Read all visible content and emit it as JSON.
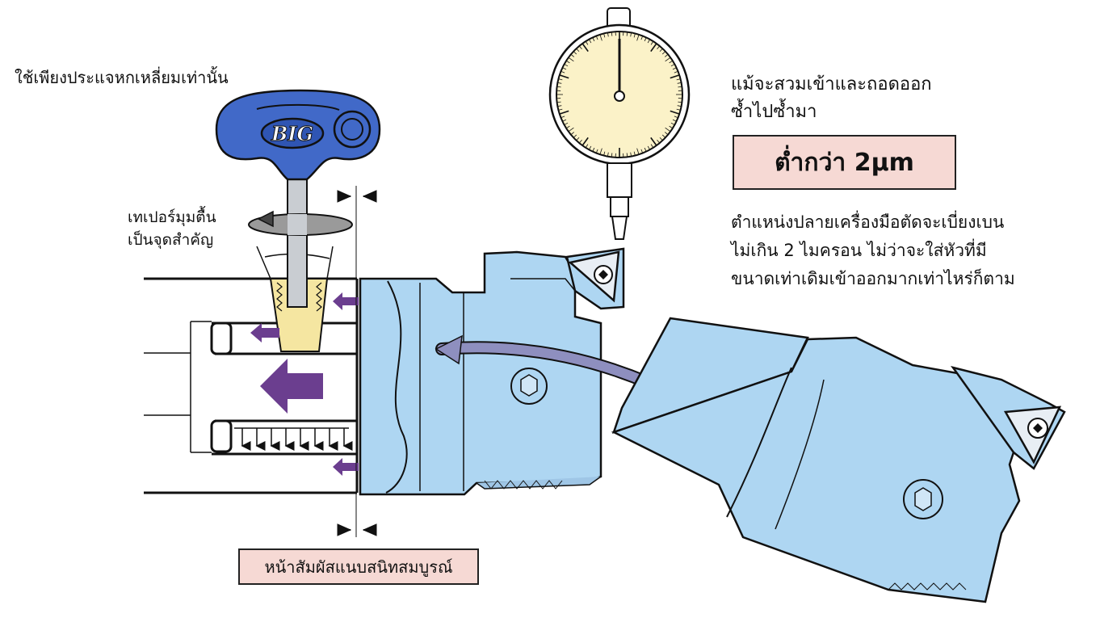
{
  "labels": {
    "wrench_only": "ใช้เพียงประแจหกเหลี่ยมเท่านั้น",
    "taper_line1": "เทเปอร์มุมตื้น",
    "taper_line2": "เป็นจุดสำคัญ",
    "repeat_line1": "แม้จะสวมเข้าและถอดออก",
    "repeat_line2": "ซ้ำไปซ้ำมา",
    "accuracy": "ต่ำกว่า 2μm",
    "runout_line1": "ตำแหน่งปลายเครื่องมือตัดจะเบี่ยงเบน",
    "runout_line2": "ไม่เกิน 2 ไมครอน ไม่ว่าจะใส่หัวที่มี",
    "runout_line3": "ขนาดเท่าเดิมเข้าออกมากเท่าไหร่ก็ตาม",
    "contact": "หน้าสัมผัสแนบสนิทสมบูรณ์"
  },
  "wrench_logo": "BIG",
  "colors": {
    "tool_blue": "#aed6f2",
    "handle_blue": "#4169c8",
    "arrow_purple": "#6b3e8f",
    "double_arrow": "#8e8fbf",
    "brass": "#f5e6a1",
    "dial_face": "#fbf2c8",
    "highlight_box": "#f6d9d4"
  }
}
